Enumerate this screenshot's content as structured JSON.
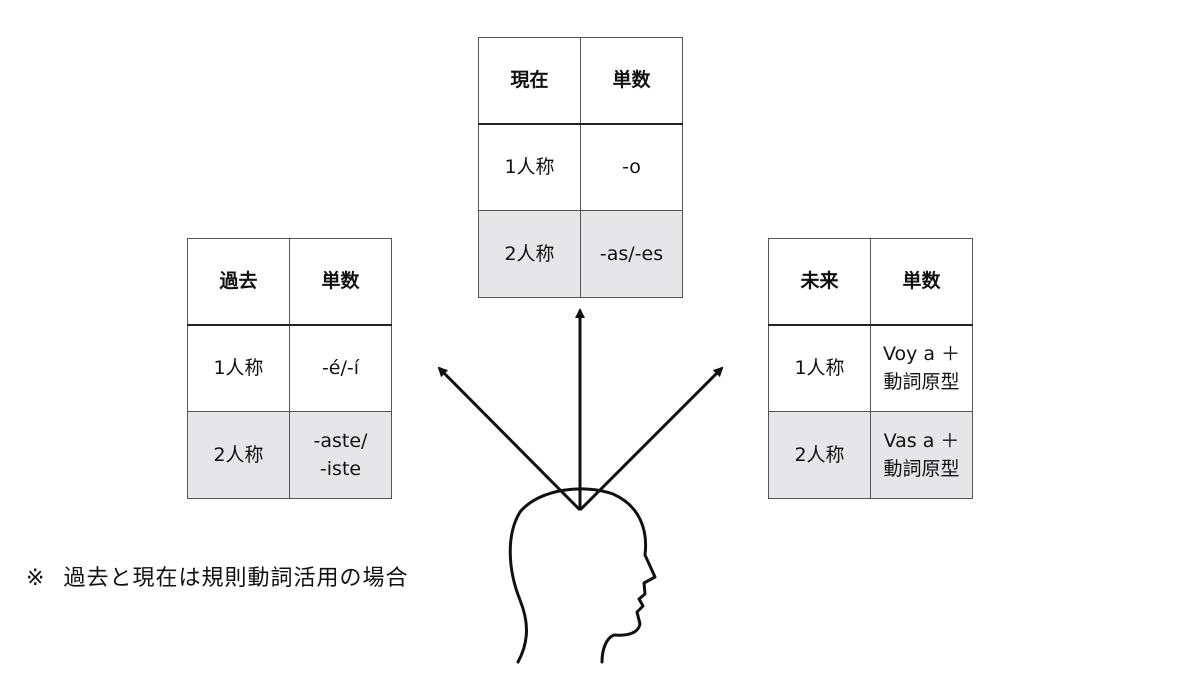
{
  "tables": {
    "past": {
      "header": [
        "過去",
        "単数"
      ],
      "rows": [
        [
          "1人称",
          "-é/-í"
        ],
        [
          "2人称",
          "-aste/\n-iste"
        ]
      ]
    },
    "present": {
      "header": [
        "現在",
        "単数"
      ],
      "rows": [
        [
          "1人称",
          "-o"
        ],
        [
          "2人称",
          "-as/-es"
        ]
      ]
    },
    "future": {
      "header": [
        "未来",
        "単数"
      ],
      "rows": [
        [
          "1人称",
          "Voy a ＋\n動詞原型"
        ],
        [
          "2人称",
          "Vas a ＋\n動詞原型"
        ]
      ]
    }
  },
  "footnote": {
    "mark": "※",
    "text": "過去と現在は規則動詞活用の場合"
  },
  "icons": {
    "head": "head-silhouette-icon",
    "arrows": [
      "arrow-to-past",
      "arrow-to-present",
      "arrow-to-future"
    ]
  },
  "colors": {
    "shaded_row": "#e6e6e8",
    "line": "#111111"
  }
}
